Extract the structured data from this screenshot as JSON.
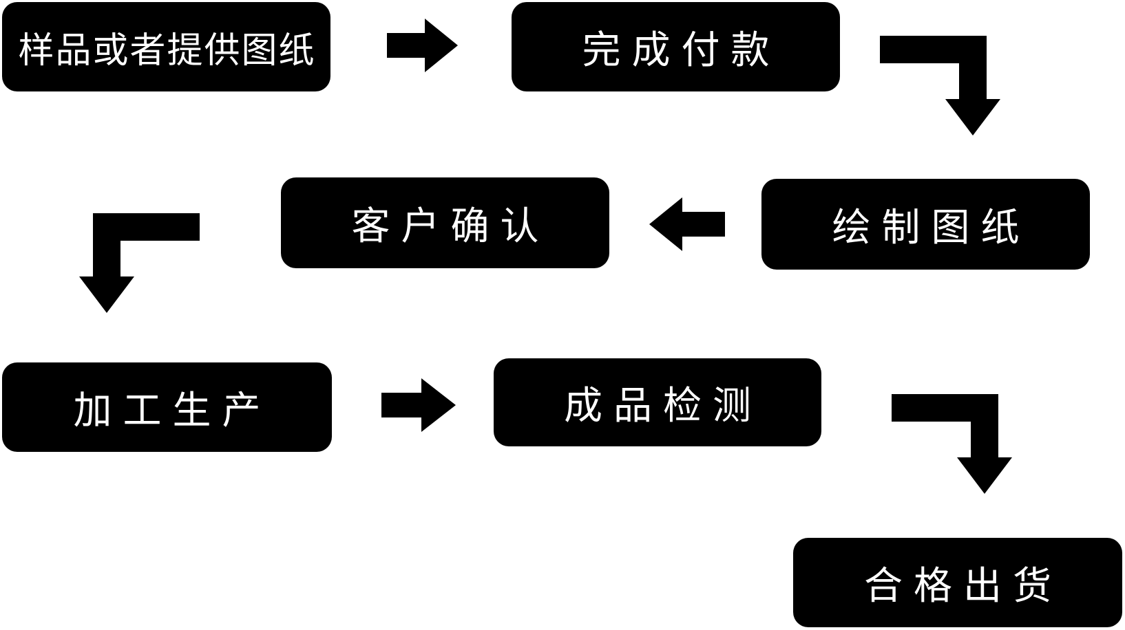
{
  "diagram": {
    "type": "flowchart",
    "background_color": "#ffffff",
    "node_fill_color": "#000000",
    "node_text_color": "#ffffff",
    "arrow_color": "#000000",
    "nodes": [
      {
        "id": "step-1",
        "order": 1,
        "label": "样品或者提供图纸"
      },
      {
        "id": "step-2",
        "order": 2,
        "label": "完成付款"
      },
      {
        "id": "step-3",
        "order": 3,
        "label": "绘制图纸"
      },
      {
        "id": "step-4",
        "order": 4,
        "label": "客户确认"
      },
      {
        "id": "step-5",
        "order": 5,
        "label": "加工生产"
      },
      {
        "id": "step-6",
        "order": 6,
        "label": "成品检测"
      },
      {
        "id": "step-7",
        "order": 7,
        "label": "合格出货"
      }
    ],
    "connections": [
      {
        "from": "样品或者提供图纸",
        "to": "完成付款",
        "shape": "straight-right"
      },
      {
        "from": "完成付款",
        "to": "绘制图纸",
        "shape": "elbow-right-down"
      },
      {
        "from": "绘制图纸",
        "to": "客户确认",
        "shape": "straight-left"
      },
      {
        "from": "客户确认",
        "to": "加工生产",
        "shape": "elbow-left-down"
      },
      {
        "from": "加工生产",
        "to": "成品检测",
        "shape": "straight-right"
      },
      {
        "from": "成品检测",
        "to": "合格出货",
        "shape": "elbow-right-down"
      }
    ]
  }
}
